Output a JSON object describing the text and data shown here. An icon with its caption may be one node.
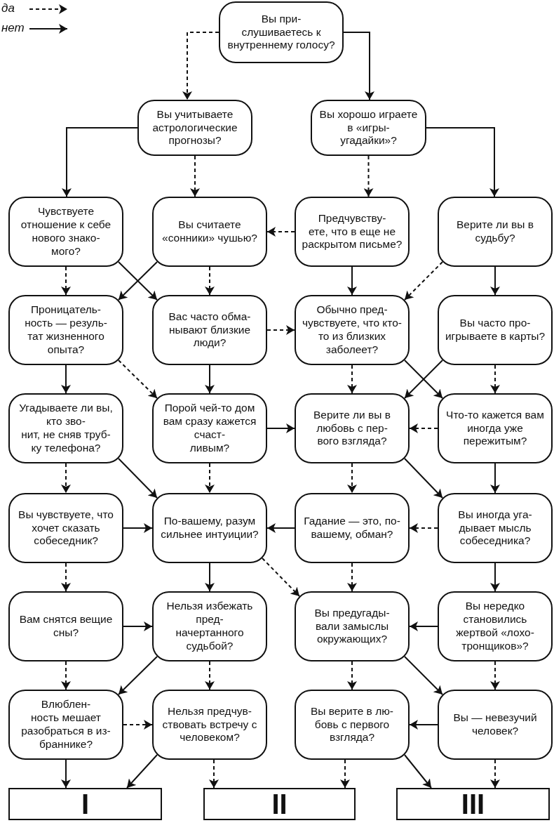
{
  "diagram": {
    "nodes": [
      {
        "text": [
          "Вы при- слушиваетесь к внутреннему голосу?"
        ]
      },
      {
        "text": [
          "Вы учитываете астрологические прогнозы?"
        ]
      },
      {
        "text": [
          "Вы хорошо играете в «игры- угадайки»?"
        ]
      },
      {
        "text": [
          "Чувствуете отношение к себе нового знако- мого?"
        ]
      },
      {
        "text": [
          "Вы считаете «сонники» чушью?"
        ]
      },
      {
        "text": [
          "Предчувству- ете, что в еще не раскрытом письме?"
        ]
      },
      {
        "text": [
          "Верите ли вы в судьбу?"
        ]
      },
      {
        "text": [
          "Проницатель- ность — резуль- тат жизненного опыта?"
        ]
      },
      {
        "text": [
          "Вас часто обма- нывают близкие люди?"
        ]
      },
      {
        "text": [
          "Обычно пред- чувствуете, что кто-то из близких заболеет?"
        ]
      },
      {
        "text": [
          "Вы часто про- игрываете в карты?"
        ]
      },
      {
        "text": [
          "Угадываете ли вы, кто зво- нит, не сняв труб- ку телефона?"
        ]
      },
      {
        "text": [
          "Порой чей-то дом вам сразу кажется счаст- ливым?"
        ]
      },
      {
        "text": [
          "Верите ли вы в любовь с пер- вого взгляда?"
        ]
      },
      {
        "text": [
          "Что-то кажется вам иногда уже пережитым?"
        ]
      },
      {
        "text": [
          "Вы чувствуете, что хочет сказать собеседник?"
        ]
      },
      {
        "text": [
          "По-вашему, разум сильнее интуиции?"
        ]
      },
      {
        "text": [
          "Гадание — это, по-вашему, обман?"
        ]
      },
      {
        "text": [
          "Вы иногда уга- дывает мысль собеседника?"
        ]
      },
      {
        "text": [
          "Вам снятся вещие сны?"
        ]
      },
      {
        "text": [
          "Нельзя избежать пред- начертанного судьбой?"
        ]
      },
      {
        "text": [
          "Вы предугады- вали замыслы окружающих?"
        ]
      },
      {
        "text": [
          "Вы нередко становились жертвой «лохо- тронщиков»?"
        ]
      },
      {
        "text": [
          "Влюблен- ность мешает разобраться в из- браннике?"
        ]
      },
      {
        "text": [
          "Нельзя предчув- ствовать встречу с человеком?"
        ]
      },
      {
        "text": [
          "Вы верите в лю- бовь с первого взгляда?"
        ]
      },
      {
        "text": [
          "Вы — невезучий человек?"
        ]
      },
      {
        "text": [
          "I"
        ]
      },
      {
        "text": [
          "II"
        ]
      },
      {
        "text": [
          "III"
        ]
      }
    ],
    "edges": [
      {
        "from": 0,
        "to": 1,
        "arrow": "to",
        "style": "dashed"
      },
      {
        "from": 0,
        "to": 2,
        "arrow": "to"
      },
      {
        "from": 1,
        "to": 3,
        "arrow": "to"
      },
      {
        "from": 1,
        "to": 4,
        "arrow": "to",
        "style": "dashed"
      },
      {
        "from": 2,
        "to": 5,
        "arrow": "to",
        "style": "dashed"
      },
      {
        "from": 2,
        "to": 6,
        "arrow": "to"
      },
      {
        "from": 5,
        "to": 4,
        "arrow": "to",
        "style": "dashed"
      },
      {
        "from": 3,
        "to": 7,
        "arrow": "to",
        "style": "dashed"
      },
      {
        "from": 3,
        "to": 8,
        "arrow": "to"
      },
      {
        "from": 4,
        "to": 7,
        "arrow": "to"
      },
      {
        "from": 4,
        "to": 8,
        "arrow": "to",
        "style": "dashed"
      },
      {
        "from": 5,
        "to": 9,
        "arrow": "to"
      },
      {
        "from": 6,
        "to": 9,
        "arrow": "to",
        "style": "dashed"
      },
      {
        "from": 6,
        "to": 10,
        "arrow": "to"
      },
      {
        "from": 8,
        "to": 9,
        "arrow": "to",
        "style": "dashed"
      },
      {
        "from": 7,
        "to": 11,
        "arrow": "to"
      },
      {
        "from": 7,
        "to": 12,
        "arrow": "to",
        "style": "dashed"
      },
      {
        "from": 8,
        "to": 12,
        "arrow": "to"
      },
      {
        "from": 9,
        "to": 13,
        "arrow": "to",
        "style": "dashed"
      },
      {
        "from": 9,
        "to": 14,
        "arrow": "to"
      },
      {
        "from": 10,
        "to": 13,
        "arrow": "to"
      },
      {
        "from": 10,
        "to": 14,
        "arrow": "to",
        "style": "dashed"
      },
      {
        "from": 12,
        "to": 13,
        "arrow": "to"
      },
      {
        "from": 14,
        "to": 13,
        "arrow": "to",
        "style": "dashed"
      },
      {
        "from": 11,
        "to": 15,
        "arrow": "to",
        "style": "dashed"
      },
      {
        "from": 11,
        "to": 16,
        "arrow": "to"
      },
      {
        "from": 12,
        "to": 16,
        "arrow": "to",
        "style": "dashed"
      },
      {
        "from": 13,
        "to": 17,
        "arrow": "to",
        "style": "dashed"
      },
      {
        "from": 13,
        "to": 18,
        "arrow": "to"
      },
      {
        "from": 14,
        "to": 18,
        "arrow": "to"
      },
      {
        "from": 15,
        "to": 16,
        "arrow": "to"
      },
      {
        "from": 17,
        "to": 16,
        "arrow": "to"
      },
      {
        "from": 18,
        "to": 17,
        "arrow": "to",
        "style": "dashed"
      },
      {
        "from": 15,
        "to": 19,
        "arrow": "to",
        "style": "dashed"
      },
      {
        "from": 16,
        "to": 20,
        "arrow": "to"
      },
      {
        "from": 16,
        "to": 21,
        "arrow": "to",
        "style": "dashed"
      },
      {
        "from": 17,
        "to": 21,
        "arrow": "to",
        "style": "dashed"
      },
      {
        "from": 18,
        "to": 22,
        "arrow": "to"
      },
      {
        "from": 19,
        "to": 20,
        "arrow": "to"
      },
      {
        "from": 22,
        "to": 21,
        "arrow": "to"
      },
      {
        "from": 19,
        "to": 23,
        "arrow": "to",
        "style": "dashed"
      },
      {
        "from": 20,
        "to": 23,
        "arrow": "to"
      },
      {
        "from": 20,
        "to": 24,
        "arrow": "to",
        "style": "dashed"
      },
      {
        "from": 21,
        "to": 25,
        "arrow": "to",
        "style": "dashed"
      },
      {
        "from": 21,
        "to": 26,
        "arrow": "to"
      },
      {
        "from": 22,
        "to": 26,
        "arrow": "to",
        "style": "dashed"
      },
      {
        "from": 23,
        "to": 24,
        "arrow": "to",
        "style": "dashed"
      },
      {
        "from": 26,
        "to": 25,
        "arrow": "to"
      },
      {
        "from": 23,
        "to": 27,
        "arrow": "to"
      },
      {
        "from": 24,
        "to": 27,
        "arrow": "to"
      },
      {
        "from": 24,
        "to": 28,
        "arrow": "to",
        "style": "dashed"
      },
      {
        "from": 25,
        "to": 28,
        "arrow": "to",
        "style": "dashed"
      },
      {
        "from": 25,
        "to": 29,
        "arrow": "to"
      },
      {
        "from": 26,
        "to": 29,
        "arrow": "to",
        "style": "dashed"
      }
    ],
    "legend": [
      {
        "text": "да"
      },
      {
        "text": "нет"
      }
    ]
  }
}
